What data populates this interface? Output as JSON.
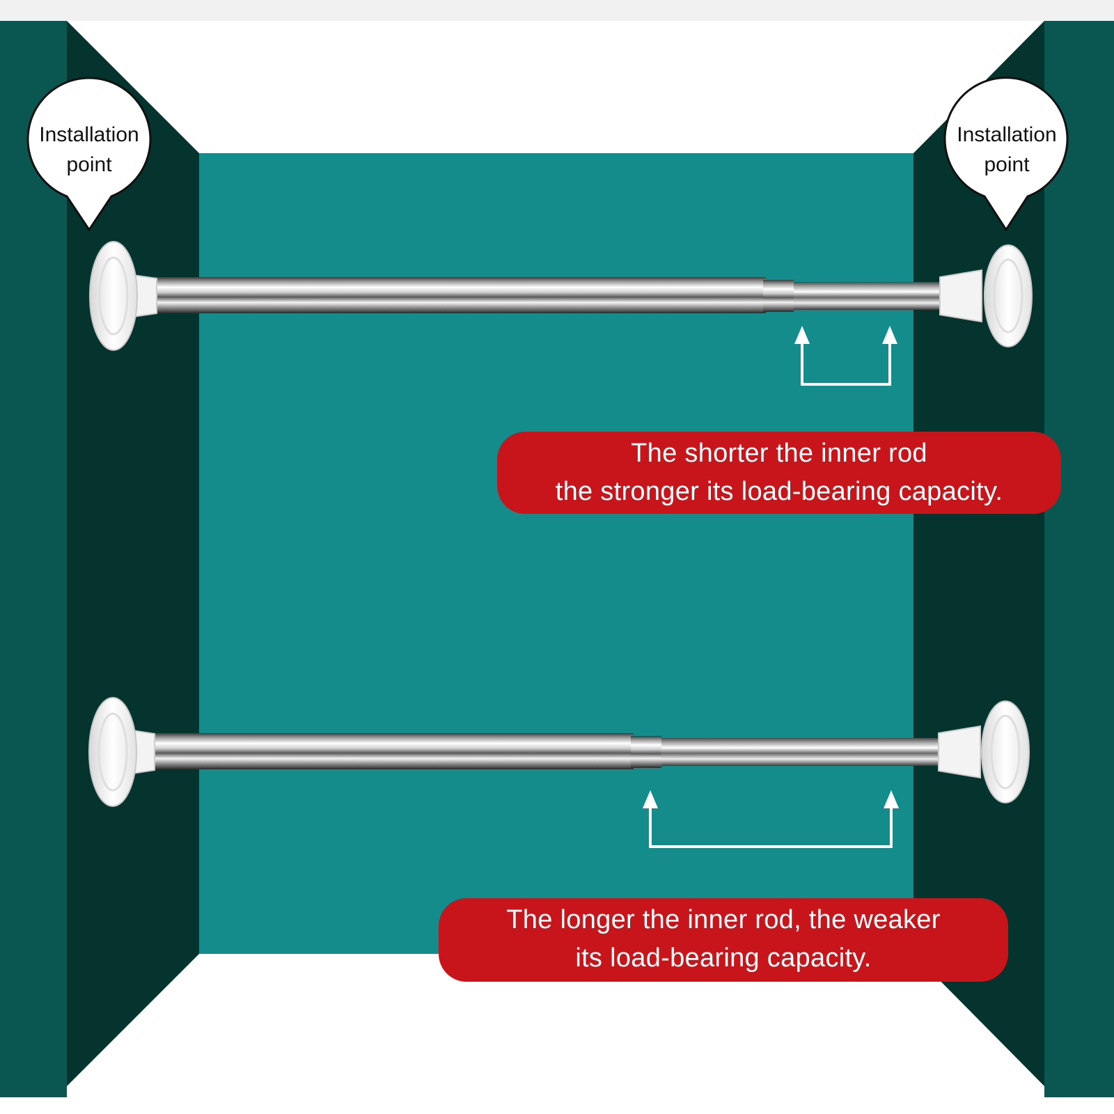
{
  "bubbles": {
    "left": {
      "line1": "Installation",
      "line2": "point"
    },
    "right": {
      "line1": "Installation",
      "line2": "point"
    }
  },
  "callouts": {
    "short_rod": {
      "line1": "The shorter the inner rod",
      "line2": "the stronger its load-bearing capacity."
    },
    "long_rod": {
      "line1": "The longer the inner rod, the weaker",
      "line2": "its load-bearing capacity."
    }
  },
  "colors": {
    "back_wall": "#138c8b",
    "side_wall_inner": "#05342f",
    "side_wall_outer": "#0a5650",
    "callout_red": "#c8151b",
    "arrow_white": "#ffffff"
  },
  "icons": [
    "speech-bubble-icon",
    "arrow-up-icon",
    "tension-rod-icon"
  ]
}
